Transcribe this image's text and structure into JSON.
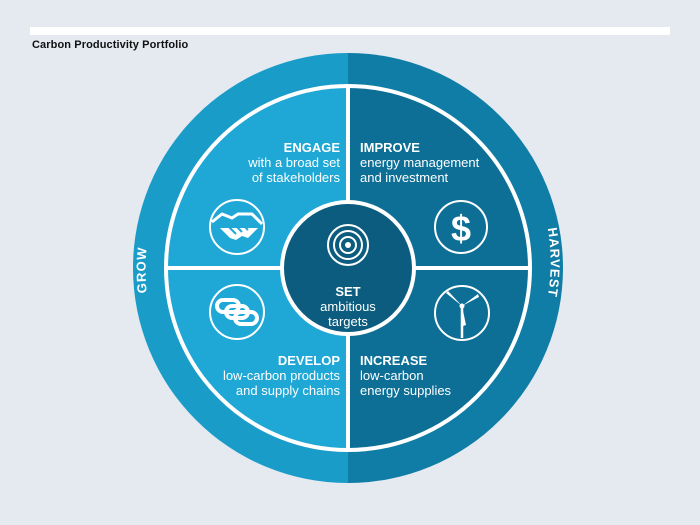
{
  "header": {
    "title": "Carbon Productivity Portfolio"
  },
  "colors": {
    "background": "#e4eaf0",
    "outer_ring_left": "#1a9cc9",
    "outer_ring_right": "#0f7da6",
    "quadrant_left": "#1fa8d6",
    "quadrant_right": "#0d6f96",
    "center": "#0b5c7e",
    "divider": "#ffffff"
  },
  "ring_labels": {
    "left": "GROW",
    "right": "HARVEST"
  },
  "quadrants": {
    "engage": {
      "heading": "ENGAGE",
      "line1": "with a broad set",
      "line2": "of stakeholders",
      "icon": "handshake-icon"
    },
    "improve": {
      "heading": "IMPROVE",
      "line1": "energy management",
      "line2": "and investment",
      "icon": "dollar-icon"
    },
    "develop": {
      "heading": "DEVELOP",
      "line1": "low-carbon products",
      "line2": "and supply chains",
      "icon": "chain-link-icon"
    },
    "increase": {
      "heading": "INCREASE",
      "line1": "low-carbon",
      "line2": "energy supplies",
      "icon": "wind-turbine-icon"
    }
  },
  "center": {
    "heading": "SET",
    "line1": "ambitious",
    "line2": "targets",
    "icon": "target-rings-icon"
  }
}
